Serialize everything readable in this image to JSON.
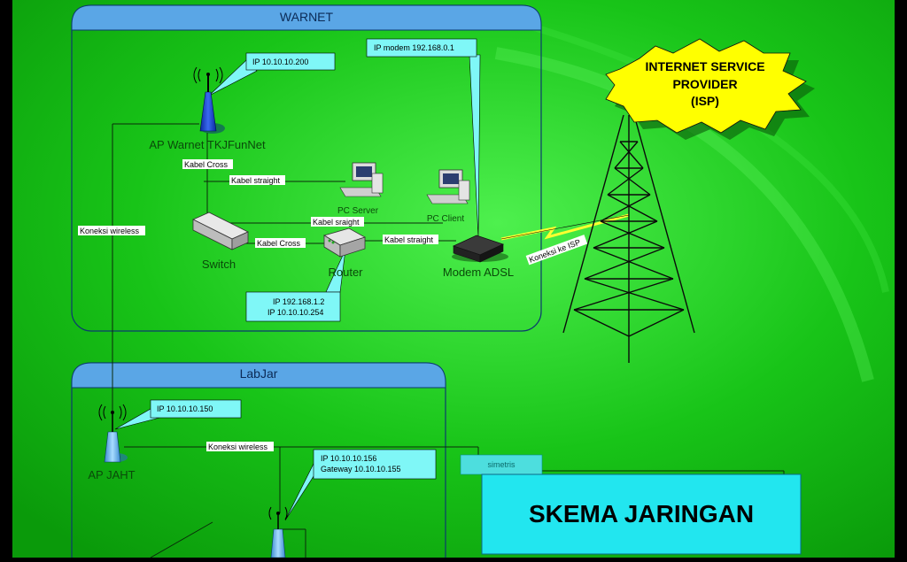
{
  "panels": {
    "warnet_title": "WARNET",
    "labjar_title": "LabJar"
  },
  "callouts": {
    "ap_warnet_ip": "IP 10.10.10.200",
    "modem_ip": "IP modem 192.168.0.1",
    "router_ip1": "IP 192.168.1.2",
    "router_ip2": "IP 10.10.10.254",
    "ap_jaht_ip": "IP 10.10.10.150",
    "client_ip": "IP 10.10.10.156",
    "client_gateway": "Gateway 10.10.10.155"
  },
  "devices": {
    "ap_warnet": "AP Warnet TKJFunNet",
    "pc_server": "PC Server",
    "pc_client": "PC Client",
    "switch": "Switch",
    "router": "Router",
    "modem": "Modem ADSL",
    "ap_jaht": "AP JAHT"
  },
  "links": {
    "kabel_cross_1": "Kabel Cross",
    "kabel_straight_1": "Kabel straight",
    "kabel_sraight": "Kabel sraight",
    "kabel_cross_2": "Kabel Cross",
    "kabel_straight_2": "Kabel straight",
    "koneksi_wireless_1": "Koneksi wireless",
    "koneksi_wireless_2": "Koneksi wireless",
    "koneksi_isp": "Koneksi ke ISP"
  },
  "isp": {
    "line1": "INTERNET SERVICE",
    "line2": "PROVIDER",
    "line3": "(ISP)"
  },
  "title_box": {
    "tag": "simetris",
    "title": "SKEMA JARINGAN"
  },
  "colors": {
    "background_green": "#11c511",
    "panel_header": "#5aa6e6",
    "callout_cyan": "#7ff7f7",
    "isp_yellow": "#ffff00",
    "title_cyan": "#22e6ef"
  }
}
